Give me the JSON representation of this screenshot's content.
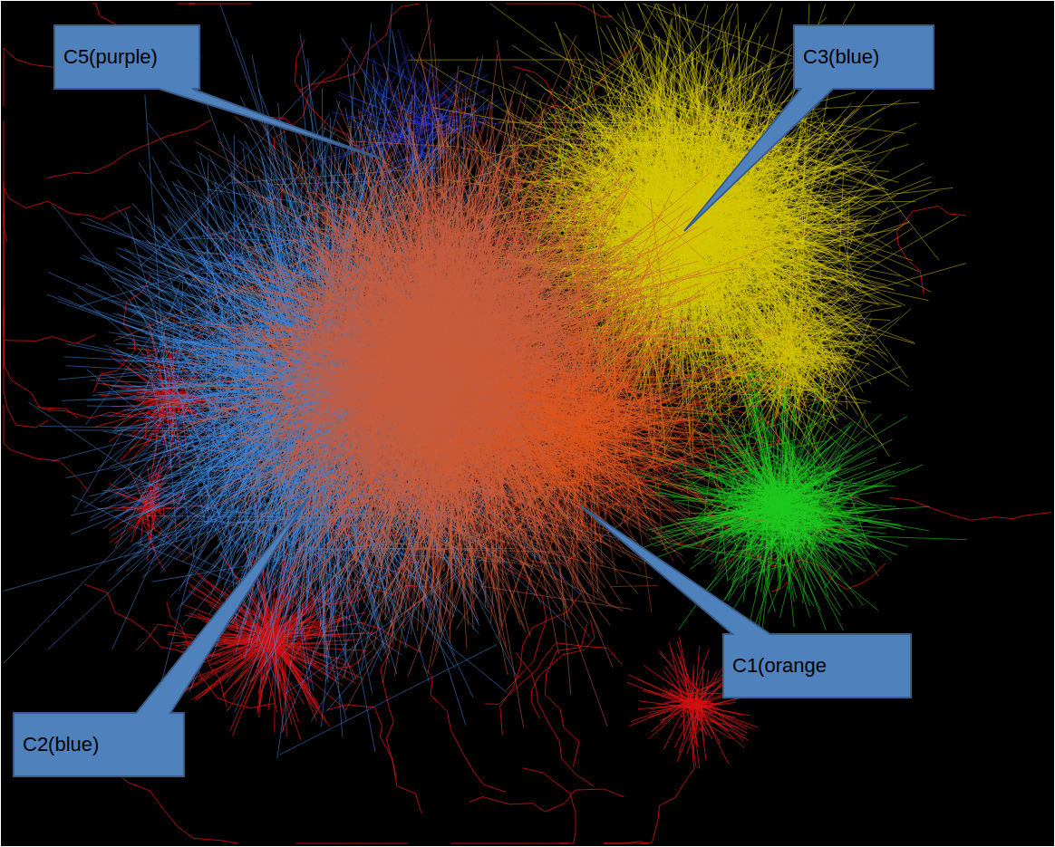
{
  "diagram": {
    "nodes": [
      {
        "text": [
          "C5(purple)"
        ]
      },
      {
        "text": [
          "C3(blue)"
        ]
      },
      {
        "text": [
          "C1(orange"
        ]
      },
      {
        "text": [
          "C2(blue)"
        ]
      }
    ]
  }
}
